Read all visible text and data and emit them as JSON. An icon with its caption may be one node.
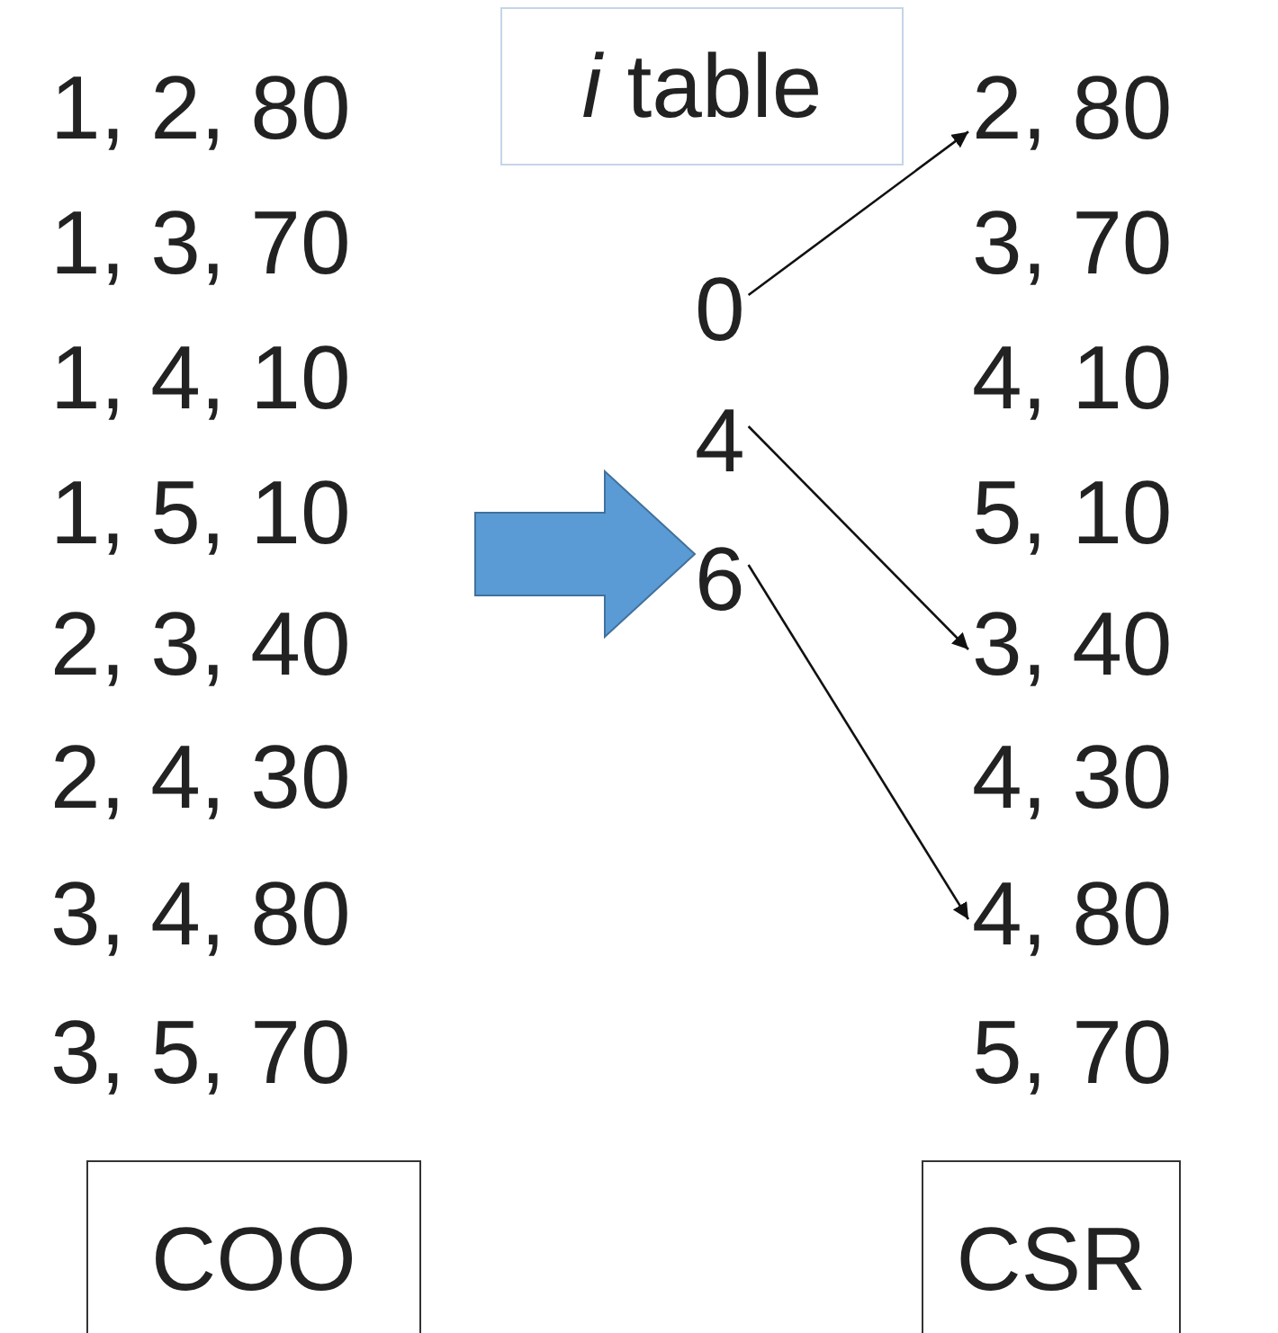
{
  "diagram": {
    "nodes": [
      {
        "text": [
          "*i* table"
        ]
      },
      {
        "text": [
          "0"
        ]
      },
      {
        "text": [
          "4"
        ]
      },
      {
        "text": [
          "6"
        ]
      },
      {
        "text": [
          "2, 80"
        ]
      },
      {
        "text": [
          "3, 40"
        ]
      },
      {
        "text": [
          "4, 80"
        ]
      },
      {
        "text": [
          "COO"
        ]
      },
      {
        "text": [
          "CSR"
        ]
      }
    ],
    "edges": [
      {
        "from": 1,
        "to": 4,
        "arrow": "to"
      },
      {
        "from": 2,
        "to": 5,
        "arrow": "to"
      },
      {
        "from": 3,
        "to": 6,
        "arrow": "to"
      },
      {
        "from": null,
        "to": 3,
        "arrow": "to",
        "style": "thick",
        "color": "#5b9bd5"
      }
    ],
    "labels": [
      "1, 2, 80",
      "1, 3, 70",
      "1, 4, 10",
      "1, 5, 10",
      "2, 3, 40",
      "2, 4, 30",
      "3, 4, 80",
      "3, 5, 70",
      "3, 70",
      "4, 10",
      "5, 10",
      "4, 30",
      "5, 70"
    ]
  }
}
